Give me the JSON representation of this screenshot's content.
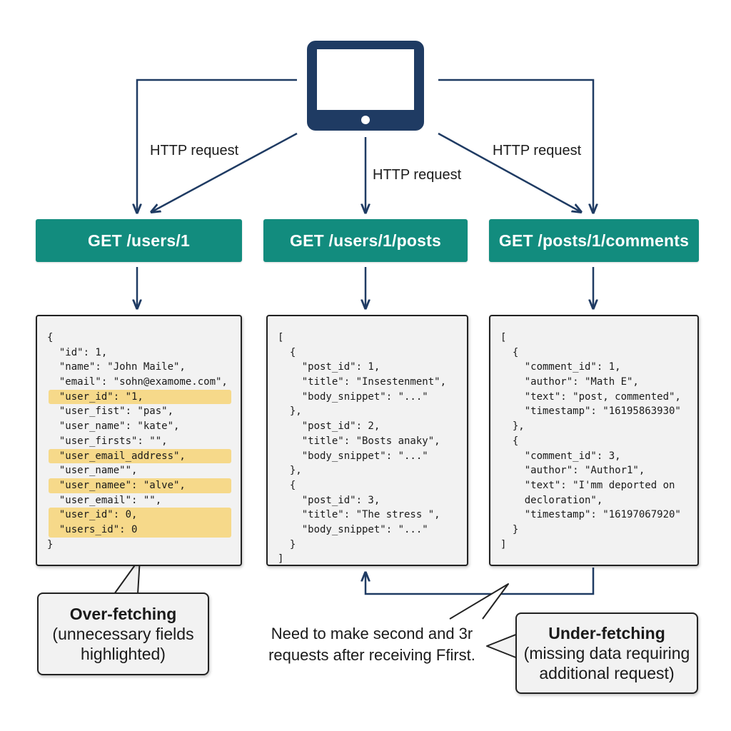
{
  "client": {
    "icon": "tablet-icon"
  },
  "request_labels": {
    "left": "HTTP request",
    "center": "HTTP request",
    "right": "HTTP request"
  },
  "endpoints": [
    {
      "label": "GET /users/1"
    },
    {
      "label": "GET /users/1/posts"
    },
    {
      "label": "GET /posts/1/comments"
    }
  ],
  "responses": {
    "users": [
      {
        "text": "{",
        "highlight": false
      },
      {
        "text": "  \"id\": 1,",
        "highlight": false
      },
      {
        "text": "  \"name\": \"John Maile\",",
        "highlight": false
      },
      {
        "text": "  \"email\": \"sohn@examome.com\",",
        "highlight": false
      },
      {
        "text": "  \"user_id\": \"1,",
        "highlight": true
      },
      {
        "text": "  \"user_fist\": \"pas\",",
        "highlight": false
      },
      {
        "text": "  \"user_name\": \"kate\",",
        "highlight": false
      },
      {
        "text": "  \"user_firsts\": \"\",",
        "highlight": false
      },
      {
        "text": "  \"user_email_address\",",
        "highlight": true
      },
      {
        "text": "  \"user_name\"\",",
        "highlight": false
      },
      {
        "text": "  \"user_namee\": \"alve\",",
        "highlight": true
      },
      {
        "text": "  \"user_email\": \"\",",
        "highlight": false
      },
      {
        "text": "  \"user_id\": 0,",
        "highlight": true
      },
      {
        "text": "  \"users_id\": 0",
        "highlight": true
      },
      {
        "text": "}",
        "highlight": false
      }
    ],
    "posts": [
      "[",
      "  {",
      "    \"post_id\": 1,",
      "    \"title\": \"Insestenment\",",
      "    \"body_snippet\": \"...\"",
      "  },",
      "    \"post_id\": 2,",
      "    \"title\": \"Bosts anaky\",",
      "    \"body_snippet\": \"...\"",
      "  },",
      "  {",
      "    \"post_id\": 3,",
      "    \"title\": \"The stress \",",
      "    \"body_snippet\": \"...\"",
      "  }",
      "]"
    ],
    "comments": [
      "[",
      "  {",
      "    \"comment_id\": 1,",
      "    \"author\": \"Math E\",",
      "    \"text\": \"post, commented\",",
      "    \"timestamp\": \"16195863930\"",
      "  },",
      "  {",
      "    \"comment_id\": 3,",
      "    \"author\": \"Author1\",",
      "    \"text\": \"I'mm deported on",
      "    decloration\",",
      "    \"timestamp\": \"16197067920\"",
      "  }",
      "]"
    ]
  },
  "callouts": {
    "over_fetching": {
      "title": "Over-fetching",
      "line1": "(unnecessary fields",
      "line2": "highlighted)"
    },
    "under_fetching": {
      "title": "Under-fetching",
      "line1": "(missing data requiring",
      "line2": "additional request)"
    }
  },
  "note": {
    "line1": "Need to make second and 3r",
    "line2": "requests after receiving Ffirst."
  },
  "colors": {
    "navy": "#1f3b63",
    "teal": "#128c7e",
    "highlight": "#f6d98a",
    "box_bg": "#f2f2f2"
  }
}
